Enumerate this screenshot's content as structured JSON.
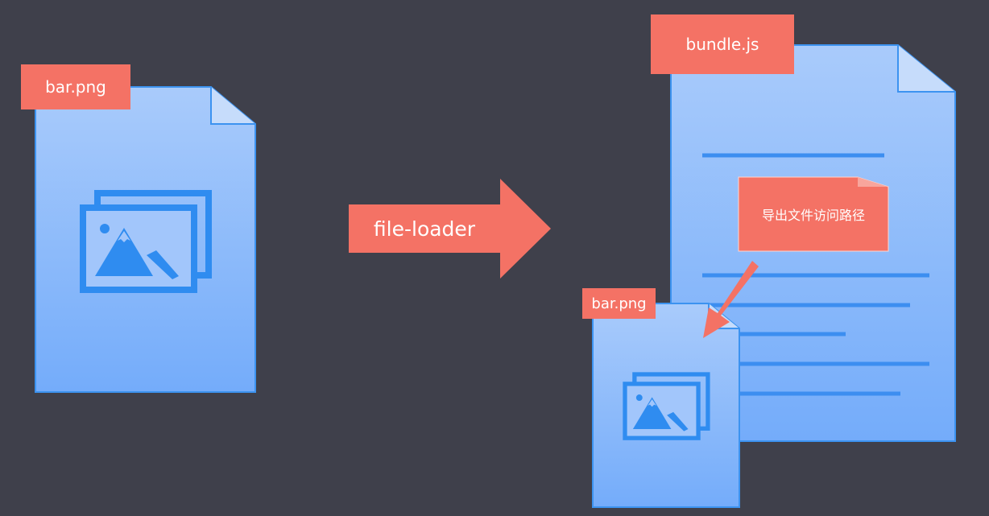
{
  "source_file": {
    "label": "bar.png"
  },
  "transform": {
    "label": "file-loader"
  },
  "output_bundle": {
    "label": "bundle.js",
    "note": "导出文件访问路径"
  },
  "emitted_file": {
    "label": "bar.png"
  },
  "colors": {
    "background": "#3f404b",
    "tag": "#f47265",
    "doc_top": "#a9cbfb",
    "doc_bottom": "#74acfa",
    "doc_stroke": "#3c93f0",
    "icon": "#2f8cf0"
  }
}
